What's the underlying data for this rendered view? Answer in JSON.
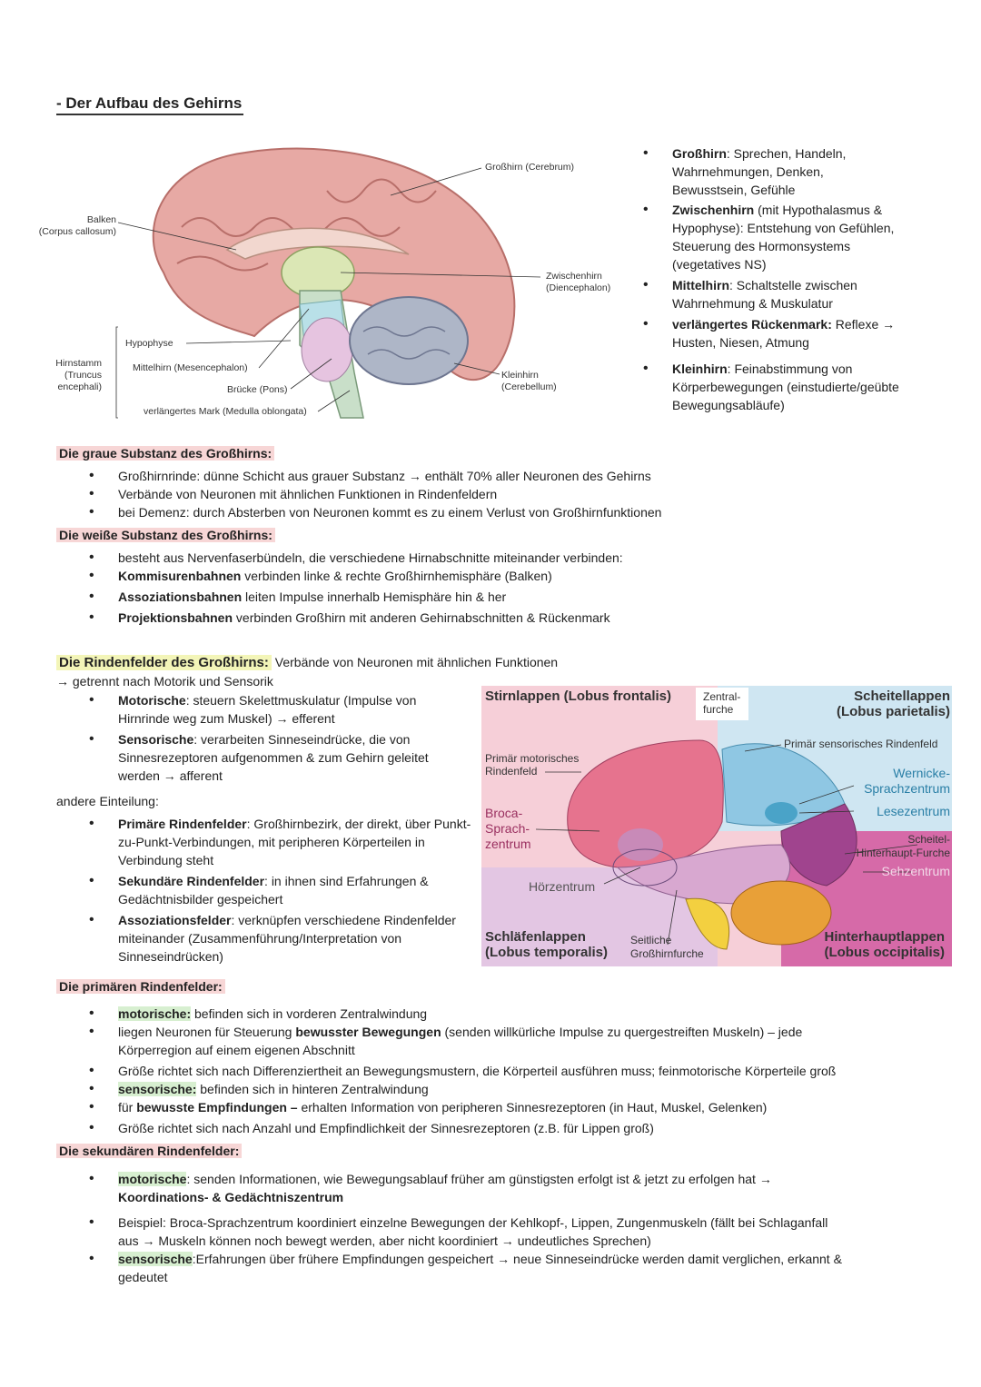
{
  "title": "- Der Aufbau des Gehirns",
  "brain_labels": {
    "cerebrum": "Großhirn (Cerebrum)",
    "balken": "Balken\n(Corpus callosum)",
    "zwischenhirn": "Zwischenhirn\n(Diencephalon)",
    "hypophyse": "Hypophyse",
    "hirnstamm": "Hirnstamm\n(Truncus\nencephali)",
    "mittelhirn": "Mittelhirn (Mesencephalon)",
    "bruecke": "Brücke (Pons)",
    "kleinhirn": "Kleinhirn\n(Cerebellum)",
    "mark": "verlängertes Mark (Medulla oblongata)"
  },
  "right_list": [
    {
      "bold": "Großhirn",
      "text": ": Sprechen, Handeln, Wahrnehmungen, Denken, Bewusstsein, Gefühle"
    },
    {
      "bold": "Zwischenhirn",
      "text": " (mit Hypothalasmus & Hypophyse): Entstehung von Gefühlen, Steuerung des Hormonsystems (vegetatives NS)"
    },
    {
      "bold": "Mittelhirn",
      "text": ": Schaltstelle zwischen Wahrnehmung & Muskulatur"
    },
    {
      "bold": "verlängertes Rückenmark:",
      "text": " Reflexe → Husten, Niesen, Atmung"
    },
    {
      "bold": "Kleinhirn",
      "text": ": Feinabstimmung von Körperbewegungen (einstudierte/geübte Bewegungsabläufe)"
    }
  ],
  "graue": {
    "heading": "Die graue Substanz des Großhirns:",
    "items": [
      "Großhirnrinde: dünne Schicht aus grauer Substanz → enthält 70% aller Neuronen des Gehirns",
      "Verbände von Neuronen mit ähnlichen Funktionen in Rindenfeldern",
      "bei Demenz: durch Absterben von Neuronen kommt es zu einem Verlust von Großhirnfunktionen"
    ]
  },
  "weisse": {
    "heading": "Die weiße Substanz des Großhirns:",
    "items": [
      {
        "bold": "",
        "text": "besteht aus Nervenfaserbündeln, die verschiedene Hirnabschnitte miteinander verbinden:"
      },
      {
        "bold": "Kommisurenbahnen",
        "text": " verbinden linke & rechte Großhirnhemisphäre (Balken)"
      },
      {
        "bold": "Assoziationsbahnen",
        "text": " leiten Impulse innerhalb Hemisphäre hin & her"
      },
      {
        "bold": "Projektionsbahnen",
        "text": " verbinden Großhirn mit anderen Gehirnabschnitten & Rückenmark"
      }
    ]
  },
  "rindenfelder": {
    "heading": "Die Rindenfelder des Großhirns:",
    "heading_rest": " Verbände von Neuronen mit ähnlichen Funktionen",
    "sub": "→ getrennt nach Motorik und Sensorik",
    "items": [
      {
        "bold": "Motorische",
        "text": ": steuern Skelettmuskulatur (Impulse von Hirnrinde weg zum Muskel) → efferent"
      },
      {
        "bold": "Sensorische",
        "text": ": verarbeiten Sinneseindrücke, die von Sinnesrezeptoren aufgenommen & zum Gehirn geleitet werden → afferent"
      }
    ],
    "other": "andere  Einteilung:",
    "items2": [
      {
        "bold": "Primäre Rindenfelder",
        "text": ": Großhirnbezirk, der direkt, über Punkt-zu-Punkt-Verbindungen, mit peripheren Körperteilen in Verbindung steht"
      },
      {
        "bold": "Sekundäre Rindenfelder",
        "text": ": in ihnen sind Erfahrungen & Gedächtnisbilder gespeichert"
      },
      {
        "bold": "Assoziationsfelder",
        "text": ": verknüpfen verschiedene Rindenfelder miteinander (Zusammenführung/Interpretation von Sinneseindrücken)"
      }
    ]
  },
  "lobes": {
    "stirn": "Stirnlappen (Lobus frontalis)",
    "zentral": "Zentral-\nfurche",
    "scheitel": "Scheitellappen\n(Lobus parietalis)",
    "primaer_sens": "Primär sensorisches Rindenfeld",
    "primaer_mot": "Primär motorisches\nRindenfeld",
    "wernicke": "Wernicke-\nSprachzentrum",
    "lese": "Lesezentrum",
    "broca": "Broca-\nSprach-\nzentrum",
    "scheitel_furche": "Scheitel-\nHinterhaupt-Furche",
    "seh": "Sehzentrum",
    "hoer": "Hörzentrum",
    "schlaefen": "Schläfenlappen\n(Lobus temporalis)",
    "seitliche": "Seitliche\nGroßhirnfurche",
    "hinterhaupt": "Hinterhauptlappen\n(Lobus occipitalis)"
  },
  "primaere": {
    "heading": "Die primären Rindenfelder:",
    "l1_hl": "motorische:",
    "l1": " befinden sich in vorderen Zentralwindung",
    "l2a": "liegen Neuronen für Steuerung ",
    "l2b": "bewusster Bewegungen",
    "l2c": " (senden willkürliche Impulse zu quergestreiften Muskeln) – jede",
    "l2d": "Körperregion auf einem eigenen Abschnitt",
    "l3": "Größe richtet sich nach Differenziertheit an Bewegungsmustern, die Körperteil ausführen muss; feinmotorische Körperteile groß",
    "l4_hl": "sensorische:",
    "l4": " befinden sich in hinteren Zentralwindung",
    "l5a": "für ",
    "l5b": "bewusste Empfindungen –",
    "l5c": " erhalten Information von peripheren Sinnesrezeptoren (in Haut, Muskel, Gelenken)",
    "l6": "Größe richtet sich nach Anzahl und Empfindlichkeit der Sinnesrezeptoren (z.B. für Lippen groß)"
  },
  "sekundaere": {
    "heading": "Die sekundären Rindenfelder:",
    "l1_hl": "motorische",
    "l1": ": senden Informationen, wie Bewegungsablauf früher am günstigsten erfolgt ist & jetzt zu erfolgen hat →",
    "l1b": "Koordinations- & Gedächtniszentrum",
    "l2": "Beispiel: Broca-Sprachzentrum koordiniert einzelne Bewegungen der Kehlkopf-, Lippen, Zungenmuskeln (fällt bei Schlaganfall",
    "l2b": "aus → Muskeln können noch bewegt werden, aber nicht koordiniert → undeutliches Sprechen)",
    "l3_hl": "sensorische",
    "l3": ":Erfahrungen über frühere Empfindungen gespeichert → neue Sinneseindrücke werden damit verglichen, erkannt &",
    "l3b": "gedeutet"
  }
}
